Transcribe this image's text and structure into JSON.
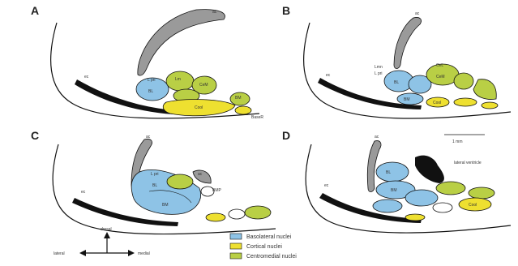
{
  "panels": {
    "a": {
      "letter": "A",
      "labels": {
        "top": "ac",
        "left": "ec",
        "nuc1": "L pri",
        "nuc2": "Lm",
        "nuc3": "BL",
        "nuc4": "CeM",
        "yellow": "Cool",
        "small": "BM",
        "lower": "BaseR"
      }
    },
    "b": {
      "letter": "B",
      "labels": {
        "top": "ac",
        "left": "ec",
        "nuc1": "Lmn",
        "nuc2": "L pri",
        "nuc3": "BL",
        "nuc4": "CeL",
        "nuc5": "CeM",
        "nuc6": "BM",
        "yellow": "Cool"
      }
    },
    "c": {
      "letter": "C",
      "labels": {
        "top": "ac",
        "left": "ec",
        "nuc1": "L pri",
        "nuc2": "BL",
        "nuc3": "BM",
        "dark": "ac",
        "small": "BMP"
      }
    },
    "d": {
      "letter": "D",
      "labels": {
        "top": "ac",
        "left": "ec",
        "nuc1": "BL",
        "nuc2": "BM",
        "yellow": "Cool",
        "right": "lateral ventricle",
        "scale": "1 mm"
      }
    }
  },
  "orientation": {
    "up": "dorsal",
    "left": "lateral",
    "right": "medial"
  },
  "legend": [
    {
      "label": "Basolateral nuclei",
      "color": "#8ec3e6"
    },
    {
      "label": "Cortical nuclei",
      "color": "#eee030"
    },
    {
      "label": "Centromedial nuclei",
      "color": "#b9cf45"
    }
  ],
  "colors": {
    "blue": "#8ec3e6",
    "yellow": "#eee030",
    "green": "#b9cf45",
    "gray": "#9a9a9a",
    "black": "#111111"
  }
}
